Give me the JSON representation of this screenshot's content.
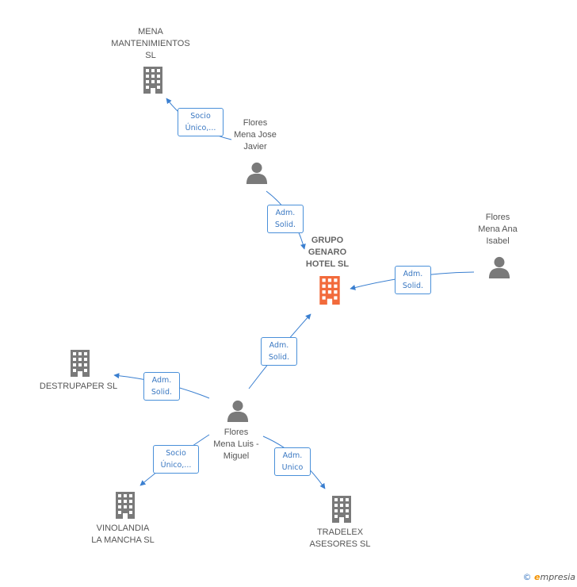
{
  "nodes": {
    "grupo": {
      "label": "GRUPO\nGENARO\nHOTEL SL",
      "type": "company-main"
    },
    "mena": {
      "label": "MENA\nMANTENIMIENTOS\nSL",
      "type": "company"
    },
    "jose": {
      "label": "Flores\nMena Jose\nJavier",
      "type": "person"
    },
    "ana": {
      "label": "Flores\nMena Ana\nIsabel",
      "type": "person"
    },
    "destrupaper": {
      "label": "DESTRUPAPER SL",
      "type": "company"
    },
    "luis": {
      "label": "Flores\nMena Luis -\nMiguel",
      "type": "person"
    },
    "vinolandia": {
      "label": "VINOLANDIA\nLA MANCHA SL",
      "type": "company"
    },
    "tradelex": {
      "label": "TRADELEX\nASESORES  SL",
      "type": "company"
    }
  },
  "edges": {
    "jose_mena": "Socio\nÚnico,...",
    "jose_grupo": "Adm.\nSolid.",
    "ana_grupo": "Adm.\nSolid.",
    "luis_grupo": "Adm.\nSolid.",
    "luis_destrupaper": "Adm.\nSolid.",
    "luis_vinolandia": "Socio\nÚnico,...",
    "luis_tradelex": "Adm.\nUnico"
  },
  "footer": {
    "copyright": "©",
    "brand_e": "e",
    "brand_rest": "mpresia"
  },
  "colors": {
    "main_company": "#f26a3b",
    "company": "#7a7a7a",
    "person": "#7a7a7a",
    "edge": "#3a7fd0"
  }
}
